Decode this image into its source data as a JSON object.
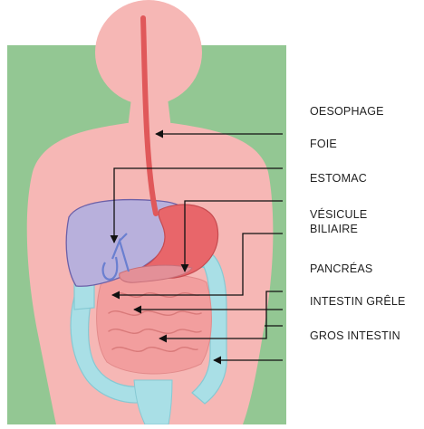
{
  "diagram": {
    "labels": {
      "oesophage": "OESOPHAGE",
      "foie": "FOIE",
      "estomac": "ESTOMAC",
      "vesicule_line1": "VÉSICULE",
      "vesicule_line2": "BILIAIRE",
      "pancreas": "PANCRÉAS",
      "intestin_grele": "INTESTIN GRÊLE",
      "gros_intestin": "GROS INTESTIN"
    },
    "colors": {
      "background_panel": "#93c793",
      "body_skin": "#f6b7b5",
      "liver": "#b8b0dc",
      "stomach": "#e8666a",
      "esophagus": "#e0585a",
      "large_intestine": "#a9dfe6",
      "small_intestine": "#f29e9e",
      "gallbladder": "#6a7fd0",
      "pancreas": "#e39098",
      "leader_line": "#111111"
    }
  }
}
